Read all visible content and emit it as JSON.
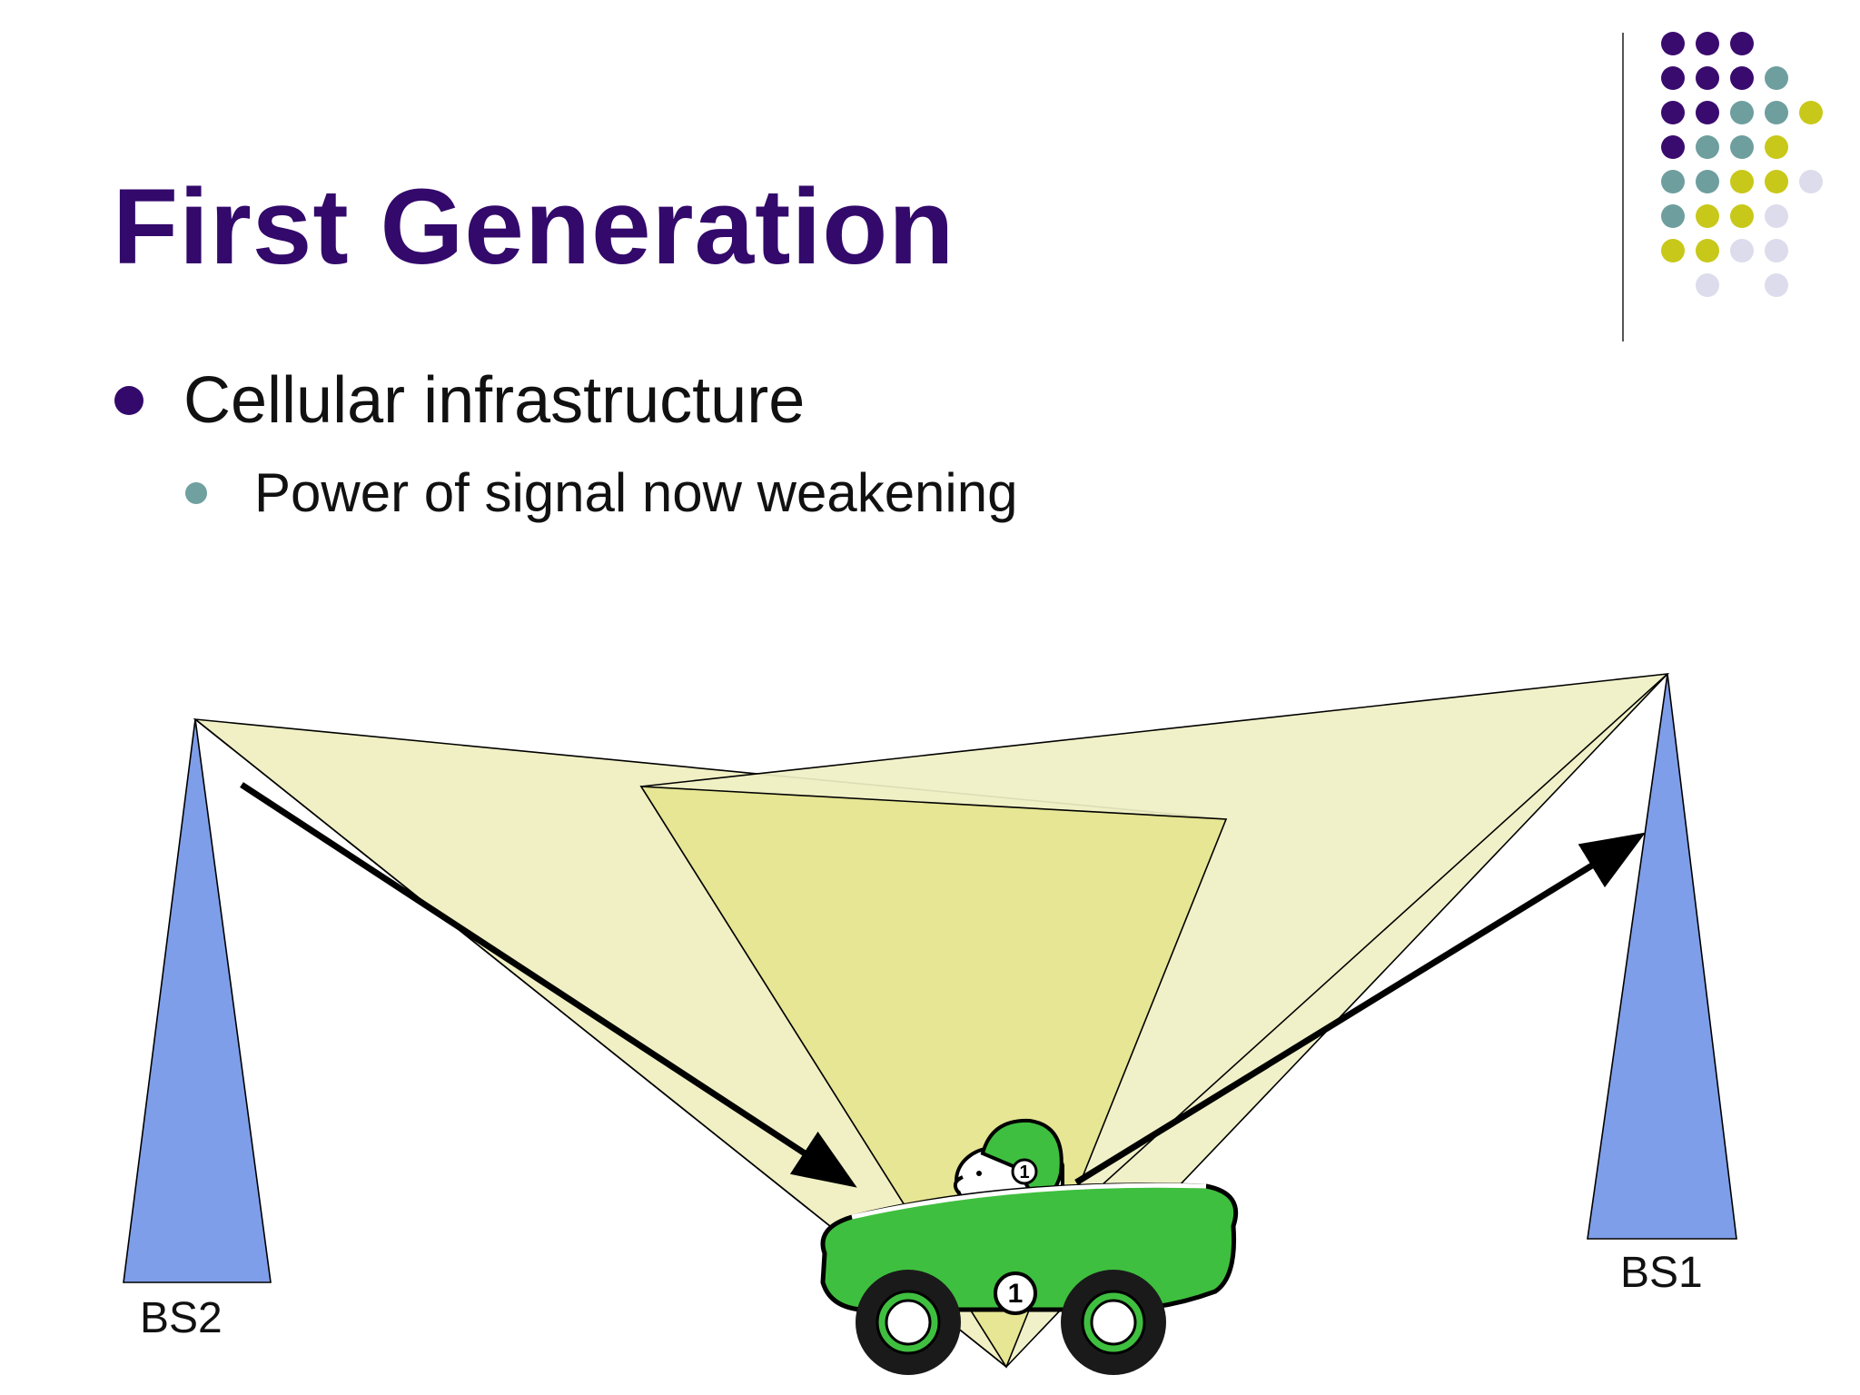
{
  "slide": {
    "title": "First Generation",
    "bullets": [
      {
        "text": "Cellular infrastructure",
        "level": 1
      },
      {
        "text": "Power of signal now weakening",
        "level": 2
      }
    ]
  },
  "diagram": {
    "stations": [
      {
        "label": "BS2"
      },
      {
        "label": "BS1"
      }
    ],
    "car_number": "1",
    "helmet_number": "1"
  },
  "colors": {
    "title": "#33096b",
    "bullet_level1": "#33096b",
    "bullet_level2": "#70a0a0",
    "tower_fill": "#7f9ee9",
    "beam_outer": "#f0f0c4",
    "beam_inner": "#e6e694",
    "car_body": "#3fbf3f"
  },
  "decor_dots": {
    "colors": [
      "#3a0b6e",
      "#6e9e9e",
      "#c8c81a",
      "#dcdcec"
    ],
    "grid": [
      [
        0,
        0,
        0,
        -1,
        -1
      ],
      [
        0,
        0,
        0,
        1,
        -1
      ],
      [
        0,
        0,
        1,
        1,
        2
      ],
      [
        0,
        1,
        1,
        2,
        -1
      ],
      [
        1,
        1,
        2,
        2,
        3
      ],
      [
        1,
        2,
        2,
        3,
        -1
      ],
      [
        2,
        2,
        3,
        3,
        -1
      ],
      [
        -1,
        3,
        -1,
        3,
        -1
      ]
    ]
  }
}
